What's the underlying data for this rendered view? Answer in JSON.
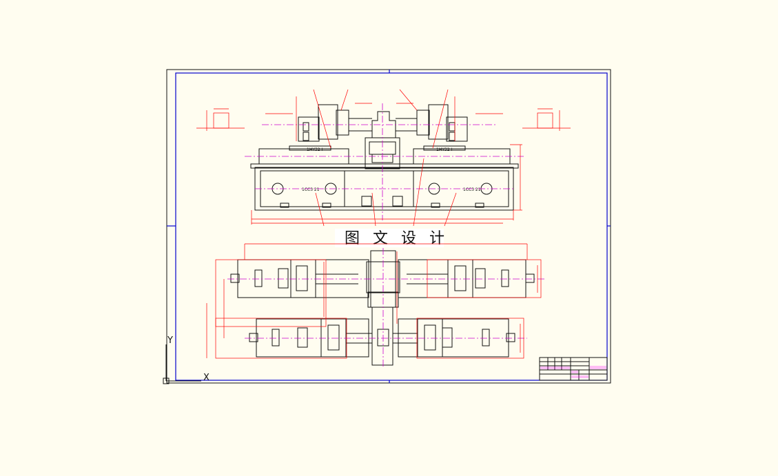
{
  "watermark": {
    "text": "图 文 设 计"
  },
  "colors": {
    "background": "#fffdf0",
    "drawing_lines": "#111111",
    "dimension_lines": "#ff0000",
    "border": "#0000cc",
    "centerline": "#cc00cc"
  },
  "front_view": {
    "left_unit_label": "1CC3 21",
    "right_unit_label": "1CC3 21",
    "left_slide_label": "1HY32 I",
    "right_slide_label": "1HY32 I"
  },
  "icons": {
    "ucs_y": "Y",
    "ucs_x": "X"
  }
}
